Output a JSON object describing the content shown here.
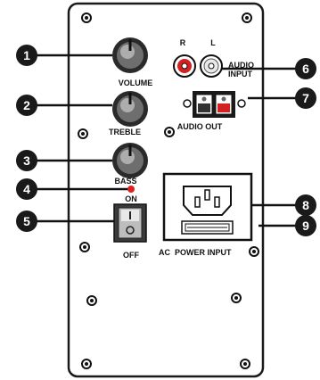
{
  "labels": {
    "volume": "VOLUME",
    "treble": "TREBLE",
    "bass": "BASS",
    "r": "R",
    "l": "L",
    "audio_input_1": "AUDIO",
    "audio_input_2": "INPUT",
    "audio_out": "AUDIO OUT",
    "on": "ON",
    "off": "OFF",
    "ac_power_input": "AC  POWER INPUT"
  },
  "callouts": [
    "1",
    "2",
    "3",
    "4",
    "5",
    "6",
    "7",
    "8",
    "9"
  ],
  "colors": {
    "panel_border": "#1a1a1a",
    "callout_fill": "#1a1a1a",
    "led": "#e02020",
    "rca_red": "#d42020"
  },
  "icons": {
    "knob": "rotary-knob-icon",
    "screw": "screw-icon",
    "rca": "rca-jack-icon",
    "terminal": "speaker-terminal-icon",
    "switch": "rocker-switch-icon",
    "iec": "iec-power-socket-icon",
    "fuse": "fuse-holder-icon"
  }
}
